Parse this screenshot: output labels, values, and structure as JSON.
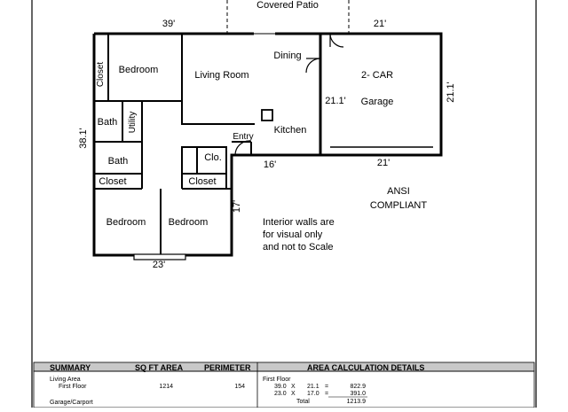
{
  "plan": {
    "patio_label": "Covered Patio",
    "rooms": {
      "closet_top": "Closet",
      "bedroom_top": "Bedroom",
      "living_room": "Living Room",
      "dining": "Dining",
      "kitchen": "Kitchen",
      "bath_1": "Bath",
      "utility": "Utility",
      "bath_2": "Bath",
      "closet_left": "Closet",
      "clo": "Clo.",
      "closet_mid": "Closet",
      "bedroom_left": "Bedroom",
      "bedroom_right": "Bedroom",
      "entry": "Entry",
      "garage_title": "2- CAR",
      "garage_sub": "Garage"
    },
    "dimensions": {
      "top_left": "39'",
      "top_right": "21'",
      "left_side": "38.1'",
      "garage_right": "21.1'",
      "garage_inner": "21.1'",
      "bottom_mid": "16'",
      "garage_bottom": "21'",
      "wing_side": "17'",
      "wing_bottom": "23'"
    },
    "notes": {
      "ansi_line1": "ANSI",
      "ansi_line2": "COMPLIANT",
      "disclaimer_line1": "Interior walls  are",
      "disclaimer_line2": "for visual only",
      "disclaimer_line3": "and not to Scale"
    }
  },
  "summary_table": {
    "headers": {
      "summary": "SUMMARY",
      "sqft": "SQ FT AREA",
      "perimeter": "PERIMETER",
      "details": "AREA CALCULATION DETAILS"
    },
    "rows": {
      "living_area": "Living Area",
      "first_floor": "First Floor",
      "first_floor_sqft": "1214",
      "first_floor_perimeter": "154",
      "garage_carport": "Garage/Carport"
    },
    "details": {
      "floor_label": "First Floor",
      "calc1": [
        "39.0",
        "X",
        "21.1",
        "=",
        "822.9"
      ],
      "calc2": [
        "23.0",
        "X",
        "17.0",
        "=",
        "391.0"
      ],
      "total_label": "Total",
      "total_value": "1213.9"
    }
  }
}
